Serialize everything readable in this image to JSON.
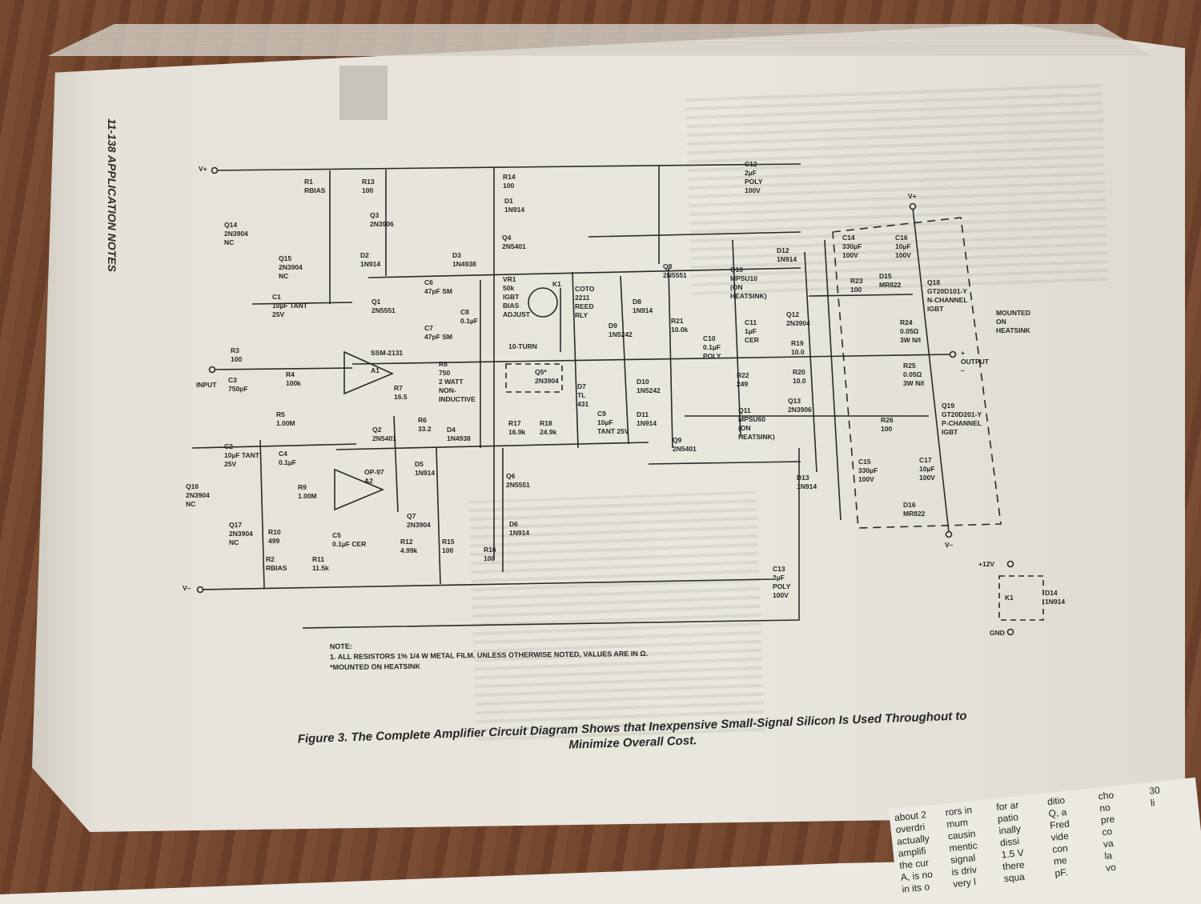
{
  "header": {
    "page_label": "11-138  APPLICATION NOTES"
  },
  "components": [
    {
      "id": "vplus-left",
      "lines": [
        "V+"
      ]
    },
    {
      "id": "vplus-right",
      "lines": [
        "V+"
      ]
    },
    {
      "id": "vminus-left",
      "lines": [
        "V–"
      ]
    },
    {
      "id": "vminus-right",
      "lines": [
        "V–"
      ]
    },
    {
      "id": "r1",
      "lines": [
        "R1",
        "RBIAS"
      ]
    },
    {
      "id": "r13",
      "lines": [
        "R13",
        "100"
      ]
    },
    {
      "id": "r14",
      "lines": [
        "R14",
        "100"
      ]
    },
    {
      "id": "d1",
      "lines": [
        "D1",
        "1N914"
      ]
    },
    {
      "id": "q3",
      "lines": [
        "Q3",
        "2N3906"
      ]
    },
    {
      "id": "q4",
      "lines": [
        "Q4",
        "2N5401"
      ]
    },
    {
      "id": "q14",
      "lines": [
        "Q14",
        "2N3904",
        "NC"
      ]
    },
    {
      "id": "q15",
      "lines": [
        "Q15",
        "2N3904",
        "NC"
      ]
    },
    {
      "id": "d2",
      "lines": [
        "D2",
        "1N914"
      ]
    },
    {
      "id": "d3",
      "lines": [
        "D3",
        "1N4938"
      ]
    },
    {
      "id": "c1",
      "lines": [
        "C1",
        "10µF TANT",
        "25V"
      ]
    },
    {
      "id": "q1",
      "lines": [
        "Q1",
        "2N5551"
      ]
    },
    {
      "id": "c6",
      "lines": [
        "C6",
        "47pF SM"
      ]
    },
    {
      "id": "c8",
      "lines": [
        "C8",
        "0.1µF"
      ]
    },
    {
      "id": "vr1",
      "lines": [
        "VR1",
        "50k",
        "IGBT",
        "BIAS",
        "ADJUST"
      ]
    },
    {
      "id": "vr1-turn",
      "lines": [
        "10-TURN"
      ]
    },
    {
      "id": "k1",
      "lines": [
        "K1"
      ]
    },
    {
      "id": "coto",
      "lines": [
        "COTO",
        "2211",
        "REED",
        "RLY"
      ]
    },
    {
      "id": "c7",
      "lines": [
        "C7",
        "47pF SM"
      ]
    },
    {
      "id": "a1",
      "lines": [
        "SSM-2131",
        "",
        "A1"
      ]
    },
    {
      "id": "r3",
      "lines": [
        "R3",
        "100"
      ]
    },
    {
      "id": "input",
      "lines": [
        "INPUT"
      ]
    },
    {
      "id": "c3",
      "lines": [
        "C3",
        "750pF"
      ]
    },
    {
      "id": "r4",
      "lines": [
        "R4",
        "100k"
      ]
    },
    {
      "id": "r8",
      "lines": [
        "R8",
        "750",
        "2 WATT",
        "NON-",
        "INDUCTIVE"
      ]
    },
    {
      "id": "r7",
      "lines": [
        "R7",
        "16.5"
      ]
    },
    {
      "id": "r6",
      "lines": [
        "R6",
        "33.2"
      ]
    },
    {
      "id": "r5",
      "lines": [
        "R5",
        "1.00M"
      ]
    },
    {
      "id": "q5",
      "lines": [
        "Q5*",
        "2N3904"
      ]
    },
    {
      "id": "d7",
      "lines": [
        "D7",
        "TL",
        "431"
      ]
    },
    {
      "id": "c9",
      "lines": [
        "C9",
        "10µF",
        "TANT 25V"
      ]
    },
    {
      "id": "d8",
      "lines": [
        "D8",
        "1N914"
      ]
    },
    {
      "id": "d9",
      "lines": [
        "D9",
        "1N5242"
      ]
    },
    {
      "id": "d10",
      "lines": [
        "D10",
        "1N5242"
      ]
    },
    {
      "id": "d11",
      "lines": [
        "D11",
        "1N914"
      ]
    },
    {
      "id": "r17",
      "lines": [
        "R17",
        "16.9k"
      ]
    },
    {
      "id": "r18",
      "lines": [
        "R18",
        "24.9k"
      ]
    },
    {
      "id": "q8",
      "lines": [
        "Q8",
        "2N5551"
      ]
    },
    {
      "id": "r21",
      "lines": [
        "R21",
        "10.0k"
      ]
    },
    {
      "id": "q10",
      "lines": [
        "Q10",
        "MPSU10",
        "(ON",
        "HEATSINK)"
      ]
    },
    {
      "id": "c10",
      "lines": [
        "C10",
        "0.1µF",
        "POLY"
      ]
    },
    {
      "id": "c11",
      "lines": [
        "C11",
        "1µF",
        "CER"
      ]
    },
    {
      "id": "r22",
      "lines": [
        "R22",
        "249"
      ]
    },
    {
      "id": "q11",
      "lines": [
        "Q11",
        "MPSU60",
        "(ON",
        "HEATSINK)"
      ]
    },
    {
      "id": "q9",
      "lines": [
        "Q9",
        "2N5401"
      ]
    },
    {
      "id": "c12",
      "lines": [
        "C12",
        "2µF",
        "POLY",
        "100V"
      ]
    },
    {
      "id": "d12",
      "lines": [
        "D12",
        "1N914"
      ]
    },
    {
      "id": "q12",
      "lines": [
        "Q12",
        "2N3904"
      ]
    },
    {
      "id": "r19",
      "lines": [
        "R19",
        "10.0"
      ]
    },
    {
      "id": "r20",
      "lines": [
        "R20",
        "10.0"
      ]
    },
    {
      "id": "q13",
      "lines": [
        "Q13",
        "2N3906"
      ]
    },
    {
      "id": "d13",
      "lines": [
        "D13",
        "1N914"
      ]
    },
    {
      "id": "c14",
      "lines": [
        "C14",
        "330µF",
        "100V"
      ]
    },
    {
      "id": "c16",
      "lines": [
        "C16",
        "10µF",
        "100V"
      ]
    },
    {
      "id": "d15",
      "lines": [
        "D15",
        "MR822"
      ]
    },
    {
      "id": "r23",
      "lines": [
        "R23",
        "100"
      ]
    },
    {
      "id": "q18",
      "lines": [
        "Q18",
        "GT20D101-Y",
        "N-CHANNEL",
        "IGBT"
      ]
    },
    {
      "id": "heatsink",
      "lines": [
        "MOUNTED",
        "ON",
        "HEATSINK"
      ]
    },
    {
      "id": "r24",
      "lines": [
        "R24",
        "0.05Ω",
        "3W N/I"
      ]
    },
    {
      "id": "output",
      "lines": [
        "+",
        "OUTPUT",
        "–"
      ]
    },
    {
      "id": "r25",
      "lines": [
        "R25",
        "0.05Ω",
        "3W N/I"
      ]
    },
    {
      "id": "q19",
      "lines": [
        "Q19",
        "GT20D201-Y",
        "P-CHANNEL",
        "IGBT"
      ]
    },
    {
      "id": "r26",
      "lines": [
        "R26",
        "100"
      ]
    },
    {
      "id": "c15",
      "lines": [
        "C15",
        "330µF",
        "100V"
      ]
    },
    {
      "id": "c17",
      "lines": [
        "C17",
        "10µF",
        "100V"
      ]
    },
    {
      "id": "d16",
      "lines": [
        "D16",
        "MR822"
      ]
    },
    {
      "id": "c2",
      "lines": [
        "C2",
        "10µF TANT",
        "25V"
      ]
    },
    {
      "id": "c4",
      "lines": [
        "C4",
        "0.1µF"
      ]
    },
    {
      "id": "q2",
      "lines": [
        "Q2",
        "2N5401"
      ]
    },
    {
      "id": "d4",
      "lines": [
        "D4",
        "1N4938"
      ]
    },
    {
      "id": "d5",
      "lines": [
        "D5",
        "1N914"
      ]
    },
    {
      "id": "q6",
      "lines": [
        "Q6",
        "2N5551"
      ]
    },
    {
      "id": "a2",
      "lines": [
        "OP-97",
        "A2"
      ]
    },
    {
      "id": "q16",
      "lines": [
        "Q16",
        "2N3904",
        "NC"
      ]
    },
    {
      "id": "q17",
      "lines": [
        "Q17",
        "2N3904",
        "NC"
      ]
    },
    {
      "id": "r9",
      "lines": [
        "R9",
        "1.00M"
      ]
    },
    {
      "id": "c5",
      "lines": [
        "C5",
        "0.1µF CER"
      ]
    },
    {
      "id": "r12",
      "lines": [
        "R12",
        "4.99k"
      ]
    },
    {
      "id": "q7",
      "lines": [
        "Q7",
        "2N3904"
      ]
    },
    {
      "id": "r15",
      "lines": [
        "R15",
        "100"
      ]
    },
    {
      "id": "d6",
      "lines": [
        "D6",
        "1N914"
      ]
    },
    {
      "id": "r16",
      "lines": [
        "R16",
        "100"
      ]
    },
    {
      "id": "r10",
      "lines": [
        "R10",
        "499"
      ]
    },
    {
      "id": "r11",
      "lines": [
        "R11",
        "11.5k"
      ]
    },
    {
      "id": "r2",
      "lines": [
        "R2",
        "RBIAS"
      ]
    },
    {
      "id": "c13",
      "lines": [
        "C13",
        "2µF",
        "POLY",
        "100V"
      ]
    },
    {
      "id": "plus12v",
      "lines": [
        "+12V"
      ]
    },
    {
      "id": "k1-coil",
      "lines": [
        "K1"
      ]
    },
    {
      "id": "d14",
      "lines": [
        "D14",
        "1N914"
      ]
    },
    {
      "id": "gnd",
      "lines": [
        "GND"
      ]
    }
  ],
  "note": {
    "title": "NOTE:",
    "line1": "1. ALL RESISTORS 1% 1/4 W METAL FILM. UNLESS OTHERWISE NOTED, VALUES ARE IN Ω.",
    "line2": "*MOUNTED ON HEATSINK"
  },
  "caption": {
    "line1": "Figure 3. The Complete Amplifier Circuit Diagram Shows that Inexpensive Small-Signal Silicon Is Used Throughout to",
    "line2": "Minimize Overall Cost."
  },
  "next_page_fragments": [
    "about 2",
    "overdri",
    "actually",
    "amplifi",
    "the cur",
    "A, is no",
    "in its o",
    "rors in",
    "mum",
    "causin",
    "mentic",
    "signal",
    "is driv",
    "very l",
    "for ar",
    "patio",
    "inally",
    "dissi",
    "1.5 V",
    "there",
    "squa",
    "ditio",
    "Q, a",
    "Fred",
    "vide",
    "con",
    "me",
    "pF.",
    "cho",
    "no",
    "pre",
    "co",
    "va",
    "la",
    "vo",
    "30",
    "li"
  ]
}
